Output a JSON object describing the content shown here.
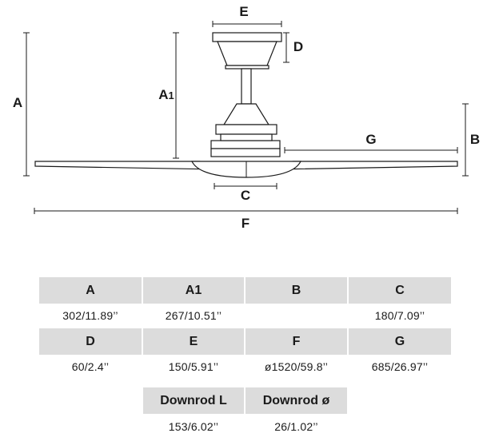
{
  "diagram": {
    "labels": {
      "E": "E",
      "D": "D",
      "A": "A",
      "A1": "A1",
      "G": "G",
      "B": "B",
      "C": "C",
      "F": "F"
    }
  },
  "table": {
    "rows": [
      {
        "headers": [
          "A",
          "A1",
          "B",
          "C"
        ],
        "values": [
          "302/11.89’’",
          "267/10.51’’",
          "",
          "180/7.09’’"
        ]
      },
      {
        "headers": [
          "D",
          "E",
          "F",
          "G"
        ],
        "values": [
          "60/2.4’’",
          "150/5.91’’",
          "ø1520/59.8’’",
          "685/26.97’’"
        ]
      },
      {
        "headers": [
          "Downrod L",
          "Downrod ø"
        ],
        "values": [
          "153/6.02’’",
          "26/1.02’’"
        ]
      }
    ]
  }
}
